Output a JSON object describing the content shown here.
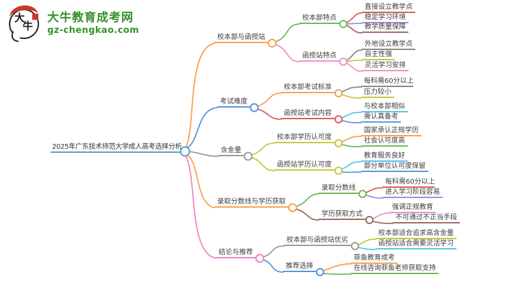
{
  "logo": {
    "icon_char_1": "大",
    "icon_char_2": "牛",
    "site_name": "大牛教育成考网",
    "domain": "gz-chengkao.com",
    "brand_color": "#35912A",
    "seal_color": "#C9392B"
  },
  "palette": {
    "text": "#3D3D3D",
    "orange": "#F7A154",
    "blue": "#5596D8",
    "gray": "#9C9C9C",
    "pink": "#F183C5",
    "green": "#6CBB5A",
    "red": "#E05A5A",
    "purple": "#A58BDB",
    "maroon": "#9F6B60",
    "olive": "#C9C83F",
    "cyan": "#58C6E9",
    "midblue": "#5B9BD5"
  },
  "mindmap": {
    "root": {
      "label": "2025年广东技术师范大学成人高考选择分析",
      "color": "#5B9BD5"
    },
    "branches": [
      {
        "label": "校本部与函授站",
        "color": "#F7A154",
        "children": [
          {
            "label": "校本部特点",
            "color": "#6CBB5A",
            "leaves": [
              {
                "label": "直接设立教学点",
                "color": "#E05A5A"
              },
              {
                "label": "稳定学习环境",
                "color": "#A58BDB"
              },
              {
                "label": "教学质量保障",
                "color": "#9F6B60"
              }
            ]
          },
          {
            "label": "函授站特点",
            "color": "#F191C9",
            "leaves": [
              {
                "label": "外地设立教学点",
                "color": "#8A8A8A"
              },
              {
                "label": "自主性强",
                "color": "#C9C83F"
              },
              {
                "label": "灵活学习安排",
                "color": "#F191C9"
              }
            ]
          }
        ]
      },
      {
        "label": "考试难度",
        "color": "#5596D8",
        "children": [
          {
            "label": "校本部考试标准",
            "color": "#F7A154",
            "leaves": [
              {
                "label": "每科需60分以上",
                "color": "#8A8A8A"
              },
              {
                "label": "压力较小",
                "color": "#C9C83F"
              }
            ]
          },
          {
            "label": "函授站考试内容",
            "color": "#E05A5A",
            "leaves": [
              {
                "label": "与校本部相似",
                "color": "#58C6E9"
              },
              {
                "label": "需认真备考",
                "color": "#5B9BD5"
              }
            ]
          }
        ]
      },
      {
        "label": "含金量",
        "color": "#9C9C9C",
        "children": [
          {
            "label": "校本部学历认可度",
            "color": "#C9C83F",
            "leaves": [
              {
                "label": "国家承认正规学历",
                "color": "#F7A154"
              },
              {
                "label": "社会认可度高",
                "color": "#6CBB5A"
              }
            ]
          },
          {
            "label": "函授站学历认可度",
            "color": "#C9C83F",
            "leaves": [
              {
                "label": "教育服务良好",
                "color": "#58C6E9"
              },
              {
                "label": "部分单位认可度保留",
                "color": "#5B9BD5"
              }
            ]
          }
        ]
      },
      {
        "label": "录取分数线与学历获取",
        "color": "#F7A154",
        "children": [
          {
            "label": "录取分数线",
            "color": "#6CBB5A",
            "leaves": [
              {
                "label": "每科需60分以上",
                "color": "#E05A5A"
              },
              {
                "label": "进入学习阶段容易",
                "color": "#A58BDB"
              }
            ]
          },
          {
            "label": "学历获取方式",
            "color": "#9F6B60",
            "leaves": [
              {
                "label": "强调正规教育",
                "color": "#F191C9"
              },
              {
                "label": "不可通过不正当手段",
                "color": "#9F6B60"
              }
            ]
          }
        ]
      },
      {
        "label": "结论与推荐",
        "color": "#F183C5",
        "children": [
          {
            "label": "校本部与函授站优劣",
            "color": "#9C9C9C",
            "leaves": [
              {
                "label": "校本部适合追求高含金量",
                "color": "#C9C83F"
              },
              {
                "label": "函授站适合需要灵活学习",
                "color": "#58C6E9"
              }
            ]
          },
          {
            "label": "推荐选择",
            "color": "#5596D8",
            "leaves": [
              {
                "label": "菲鱼教育成考",
                "color": "#F7A154"
              },
              {
                "label": "在线咨询菲鱼老师获取支持",
                "color": "#6CBB5A"
              }
            ]
          }
        ]
      }
    ]
  }
}
